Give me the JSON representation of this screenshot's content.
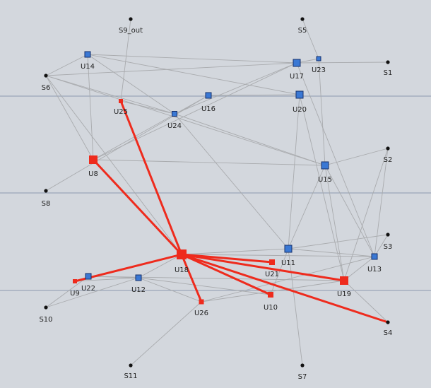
{
  "colors": {
    "background": "#d3d7dd",
    "band_line": "#9aa6b8",
    "edge_gray": "#a9abae",
    "edge_highlight": "#ee2b1d",
    "node_blue_fill": "#3a78d4",
    "node_blue_stroke": "#16306b",
    "node_red": "#ee2b1d",
    "terminal": "#111111"
  },
  "nodes": [
    {
      "id": "S9_out",
      "kind": "terminal"
    },
    {
      "id": "S5",
      "kind": "terminal"
    },
    {
      "id": "U14",
      "kind": "blue"
    },
    {
      "id": "U17",
      "kind": "blue"
    },
    {
      "id": "U23",
      "kind": "blue"
    },
    {
      "id": "S1",
      "kind": "terminal"
    },
    {
      "id": "S6",
      "kind": "terminal"
    },
    {
      "id": "U16",
      "kind": "blue"
    },
    {
      "id": "U20",
      "kind": "blue"
    },
    {
      "id": "U25",
      "kind": "red"
    },
    {
      "id": "U24",
      "kind": "blue"
    },
    {
      "id": "U8",
      "kind": "red"
    },
    {
      "id": "S2",
      "kind": "terminal"
    },
    {
      "id": "U15",
      "kind": "blue"
    },
    {
      "id": "S8",
      "kind": "terminal"
    },
    {
      "id": "S3",
      "kind": "terminal"
    },
    {
      "id": "U11",
      "kind": "blue"
    },
    {
      "id": "U18",
      "kind": "red"
    },
    {
      "id": "U13",
      "kind": "blue"
    },
    {
      "id": "U21",
      "kind": "red"
    },
    {
      "id": "U22",
      "kind": "blue"
    },
    {
      "id": "U9",
      "kind": "red"
    },
    {
      "id": "U12",
      "kind": "blue"
    },
    {
      "id": "U19",
      "kind": "red"
    },
    {
      "id": "U10",
      "kind": "red"
    },
    {
      "id": "S10",
      "kind": "terminal"
    },
    {
      "id": "U26",
      "kind": "red"
    },
    {
      "id": "S4",
      "kind": "terminal"
    },
    {
      "id": "S11",
      "kind": "terminal"
    },
    {
      "id": "S7",
      "kind": "terminal"
    }
  ],
  "edges": [
    {
      "from": "U18",
      "to": "U25",
      "highlight": true
    },
    {
      "from": "U18",
      "to": "U8",
      "highlight": true
    },
    {
      "from": "U18",
      "to": "U9",
      "highlight": true
    },
    {
      "from": "U18",
      "to": "U26",
      "highlight": true
    },
    {
      "from": "U18",
      "to": "U21",
      "highlight": true
    },
    {
      "from": "U18",
      "to": "U19",
      "highlight": true
    },
    {
      "from": "U18",
      "to": "U10",
      "highlight": true
    },
    {
      "from": "U18",
      "to": "S4",
      "highlight": true
    },
    {
      "from": "S9_out",
      "to": "U25",
      "highlight": false
    },
    {
      "from": "S5",
      "to": "U23",
      "highlight": false
    },
    {
      "from": "U14",
      "to": "U17",
      "highlight": false
    },
    {
      "from": "U14",
      "to": "U24",
      "highlight": false
    },
    {
      "from": "U14",
      "to": "U8",
      "highlight": false
    },
    {
      "from": "U14",
      "to": "S6",
      "highlight": false
    },
    {
      "from": "U14",
      "to": "U20",
      "highlight": false
    },
    {
      "from": "S6",
      "to": "U17",
      "highlight": false
    },
    {
      "from": "S6",
      "to": "U24",
      "highlight": false
    },
    {
      "from": "S6",
      "to": "U15",
      "highlight": false
    },
    {
      "from": "S6",
      "to": "U8",
      "highlight": false
    },
    {
      "from": "S6",
      "to": "U18",
      "highlight": false
    },
    {
      "from": "U17",
      "to": "S1",
      "highlight": false
    },
    {
      "from": "U17",
      "to": "U23",
      "highlight": false
    },
    {
      "from": "U17",
      "to": "U8",
      "highlight": false
    },
    {
      "from": "U17",
      "to": "U13",
      "highlight": false
    },
    {
      "from": "U17",
      "to": "U24",
      "highlight": false
    },
    {
      "from": "U23",
      "to": "U15",
      "highlight": false
    },
    {
      "from": "U16",
      "to": "U8",
      "highlight": false
    },
    {
      "from": "U16",
      "to": "U20",
      "highlight": false
    },
    {
      "from": "U16",
      "to": "S8",
      "highlight": false
    },
    {
      "from": "U20",
      "to": "U19",
      "highlight": false
    },
    {
      "from": "U20",
      "to": "U11",
      "highlight": false
    },
    {
      "from": "U24",
      "to": "U15",
      "highlight": false
    },
    {
      "from": "U24",
      "to": "U11",
      "highlight": false
    },
    {
      "from": "U25",
      "to": "U24",
      "highlight": false
    },
    {
      "from": "U8",
      "to": "U15",
      "highlight": false
    },
    {
      "from": "U15",
      "to": "S2",
      "highlight": false
    },
    {
      "from": "U15",
      "to": "U13",
      "highlight": false
    },
    {
      "from": "U15",
      "to": "U19",
      "highlight": false
    },
    {
      "from": "U15",
      "to": "U11",
      "highlight": false
    },
    {
      "from": "S2",
      "to": "U13",
      "highlight": false
    },
    {
      "from": "S2",
      "to": "U19",
      "highlight": false
    },
    {
      "from": "S3",
      "to": "U11",
      "highlight": false
    },
    {
      "from": "S3",
      "to": "U13",
      "highlight": false
    },
    {
      "from": "U11",
      "to": "U18",
      "highlight": false
    },
    {
      "from": "U11",
      "to": "S7",
      "highlight": false
    },
    {
      "from": "U11",
      "to": "U13",
      "highlight": false
    },
    {
      "from": "U11",
      "to": "U10",
      "highlight": false
    },
    {
      "from": "U13",
      "to": "U19",
      "highlight": false
    },
    {
      "from": "U13",
      "to": "U26",
      "highlight": false
    },
    {
      "from": "U22",
      "to": "S10",
      "highlight": false
    },
    {
      "from": "U22",
      "to": "U12",
      "highlight": false
    },
    {
      "from": "U22",
      "to": "U19",
      "highlight": false
    },
    {
      "from": "U12",
      "to": "S10",
      "highlight": false
    },
    {
      "from": "U12",
      "to": "U18",
      "highlight": false
    },
    {
      "from": "U12",
      "to": "U26",
      "highlight": false
    },
    {
      "from": "U12",
      "to": "U10",
      "highlight": false
    },
    {
      "from": "U26",
      "to": "S11",
      "highlight": false
    },
    {
      "from": "U26",
      "to": "U19",
      "highlight": false
    },
    {
      "from": "U18",
      "to": "U13",
      "highlight": false
    },
    {
      "from": "U19",
      "to": "S4",
      "highlight": false
    },
    {
      "from": "U9",
      "to": "U12",
      "highlight": false
    }
  ]
}
